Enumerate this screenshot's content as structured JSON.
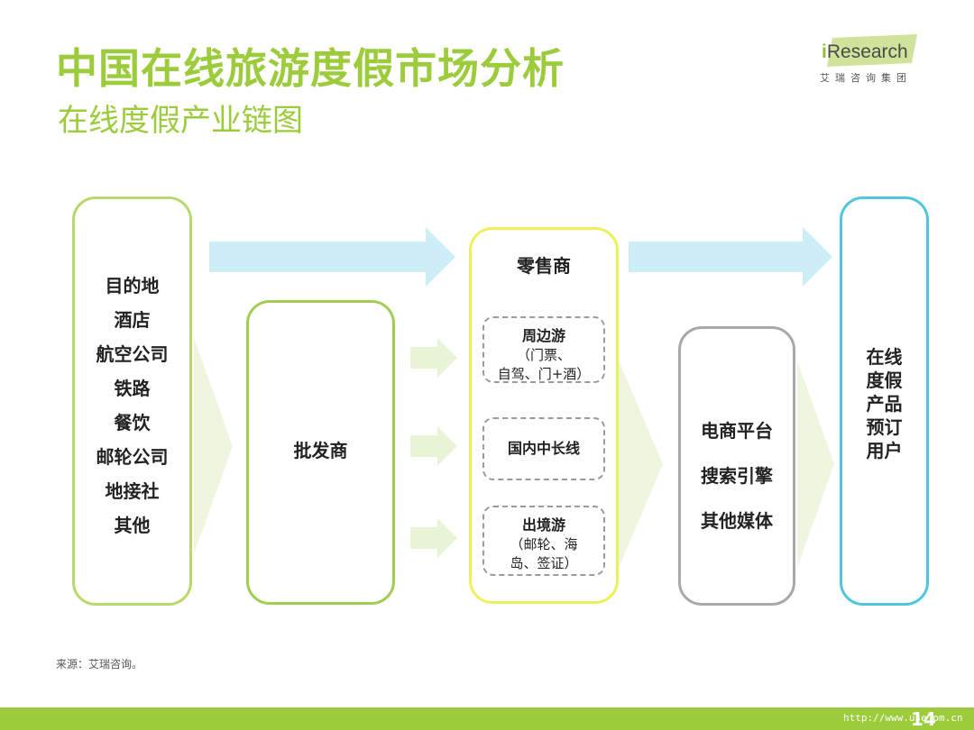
{
  "header": {
    "title": "中国在线旅游度假市场分析",
    "subtitle": "在线度假产业链图",
    "logo_main_i": "i",
    "logo_main_rest": "Research",
    "logo_sub": "艾瑞咨询集团"
  },
  "chain": {
    "destinations": [
      "目的地",
      "酒店",
      "航空公司",
      "铁路",
      "餐饮",
      "邮轮公司",
      "地接社",
      "其他"
    ],
    "wholesaler": "批发商",
    "retailer": {
      "title": "零售商",
      "groups": [
        {
          "name": "周边游",
          "detail": "（门票、",
          "detail2": "自驾、门+酒）"
        },
        {
          "name": "国内中长线"
        },
        {
          "name": "出境游",
          "detail": "（邮轮、海",
          "detail2": "岛、签证）"
        }
      ]
    },
    "channels": [
      "电商平台",
      "搜索引擎",
      "其他媒体"
    ],
    "users": [
      "在线",
      "度假",
      "产品",
      "预订",
      "用户"
    ]
  },
  "footer": {
    "source": "来源：艾瑞咨询。",
    "page": "14",
    "watermark": "http://www.use   om.cn"
  },
  "colors": {
    "accent_green": "#9ccb3b",
    "retail_yellow": "#eef05a",
    "user_blue": "#4fc6dc",
    "channel_gray": "#a8a8a8",
    "arrow_blue": "#cdeef6",
    "arrow_green": "#eef6df"
  }
}
